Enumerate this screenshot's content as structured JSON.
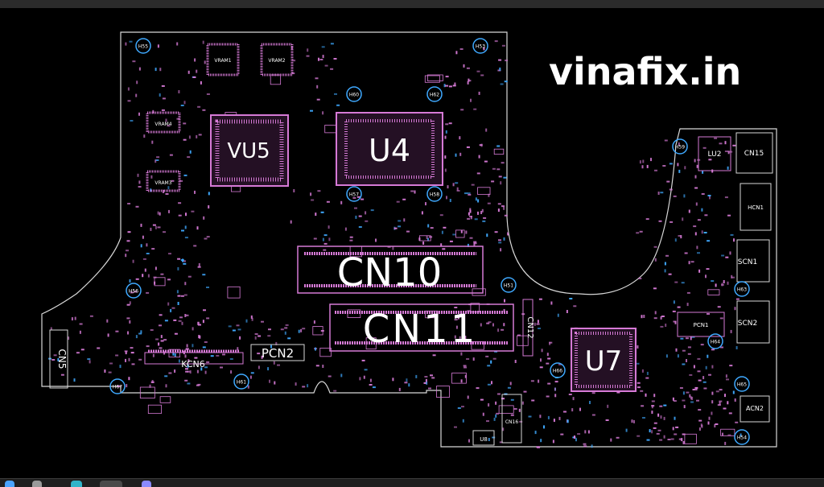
{
  "watermark": "vinafix.in",
  "colors": {
    "outline": "#d8d8d8",
    "component": "#d67ad6",
    "via": "#3fa9ff",
    "label": "#ffffff",
    "background": "#000000"
  },
  "labels": {
    "u4": "U4",
    "vu5": "VU5",
    "cn10": "CN10",
    "cn11": "CN11",
    "u7": "U7",
    "cn12": "CN12",
    "pcn2": "PCN2",
    "kcn6": "KCN6",
    "cn5": "CN5",
    "cn15": "CN15",
    "lu2": "LU2",
    "hcn1": "HCN1",
    "scn1": "SCN1",
    "scn2": "SCN2",
    "pcn1": "PCN1",
    "acn2": "ACN2",
    "cn16": "CN16",
    "u8": "U8",
    "vram1": "VRAM1",
    "vram2": "VRAM2",
    "vram3": "VRAM3",
    "vram4": "VRAM4",
    "h55": "H55",
    "h53": "H53",
    "h59": "H59",
    "h54": "H54",
    "h60": "H60",
    "h62": "H62",
    "h57": "H57",
    "h58": "H58",
    "h51": "H51",
    "h56": "H56",
    "h63": "H63",
    "h65": "H65",
    "h64": "H64",
    "h66": "H66",
    "h67": "H67",
    "h61": "H61"
  },
  "taskbar": {
    "icons": [
      "start-icon",
      "search-icon",
      "browser-icon",
      "chrome-icon",
      "app-icon"
    ]
  }
}
